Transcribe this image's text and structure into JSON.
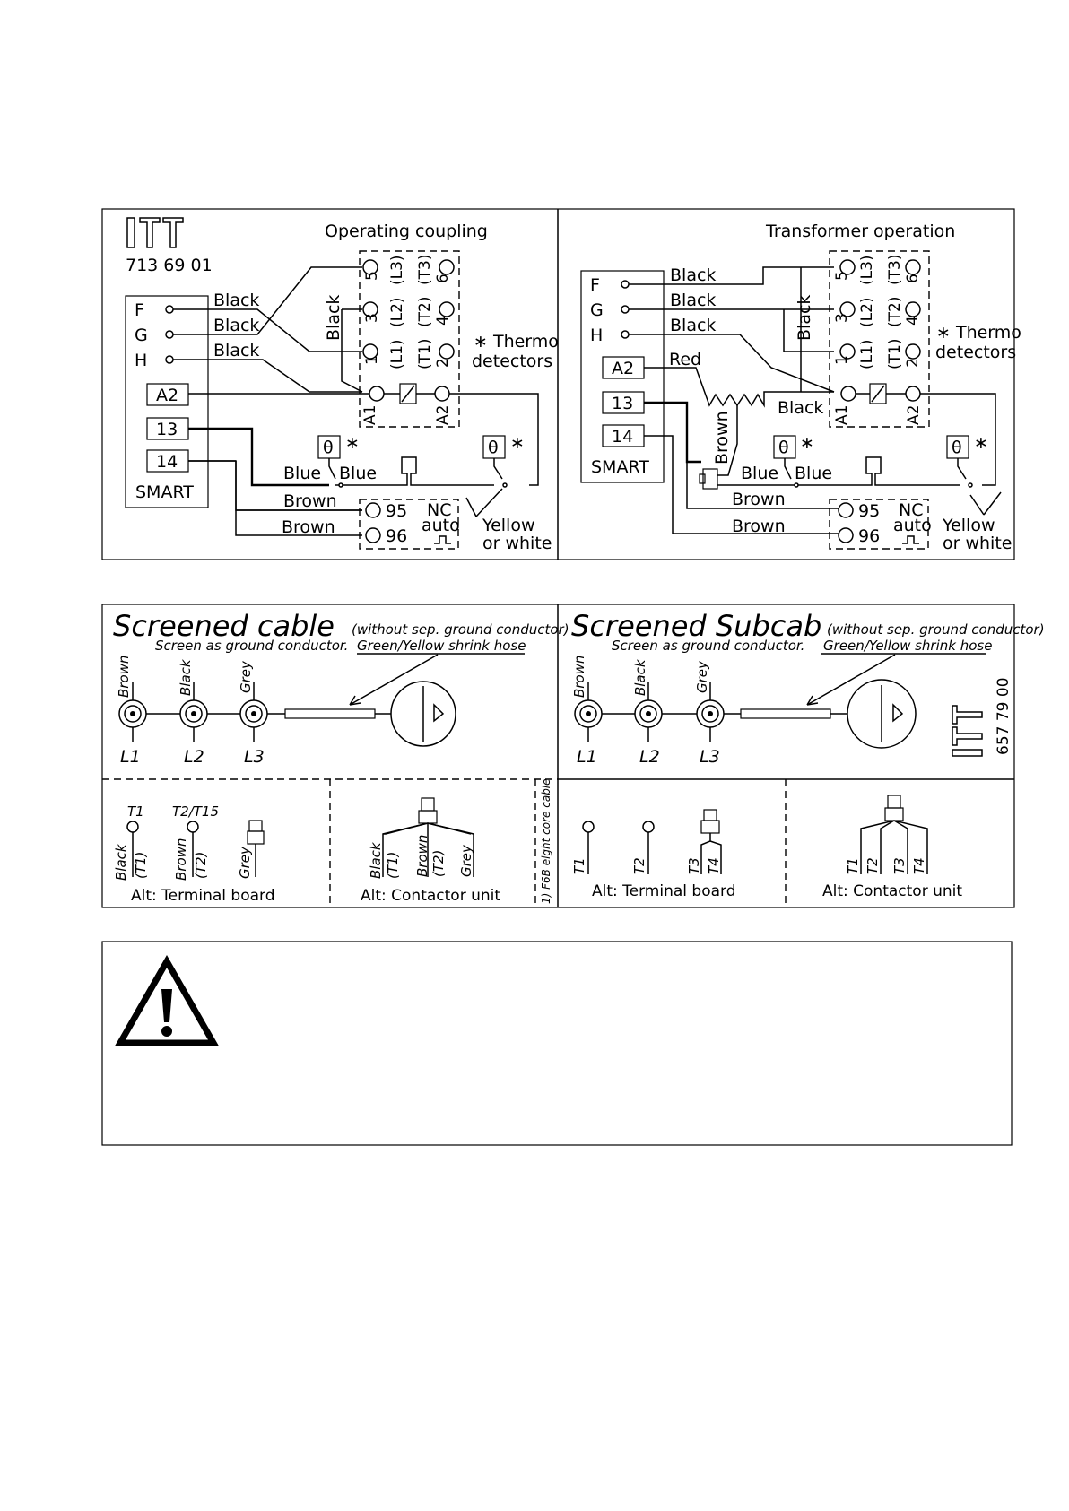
{
  "panel1": {
    "left": {
      "logo": "ITT",
      "part_no": "713 69 01",
      "title": "Operating coupling",
      "terminals": [
        "F",
        "G",
        "H"
      ],
      "wire_labels": [
        "Black",
        "Black",
        "Black"
      ],
      "vertical_black": "Black",
      "smart_terminals": [
        "A2",
        "13",
        "14"
      ],
      "smart_label": "SMART",
      "contacts_top": [
        "5",
        "(L3)",
        "(T3)",
        "6"
      ],
      "contacts_mid": [
        "3",
        "(L2)",
        "(T2)",
        "4"
      ],
      "contacts_low": [
        "1",
        "(L1)",
        "(T1)",
        "2"
      ],
      "coil": [
        "A1",
        "A2"
      ],
      "thermo": [
        "∗ Thermo",
        "detectors"
      ],
      "blue": [
        "Blue",
        "Blue"
      ],
      "brown": [
        "Brown",
        "Brown"
      ],
      "nc": [
        "95",
        "96",
        "NC",
        "auto"
      ],
      "yellow": [
        "Yellow",
        "or white"
      ],
      "theta": "θ",
      "star": "∗"
    },
    "right": {
      "title": "Transformer operation",
      "terminals": [
        "F",
        "G",
        "H"
      ],
      "wire_labels": [
        "Black",
        "Black",
        "Black"
      ],
      "vertical_black": "Black",
      "red": "Red",
      "black_coil": "Black",
      "vertical_brown": "Brown",
      "smart_terminals": [
        "A2",
        "13",
        "14"
      ],
      "smart_label": "SMART",
      "contacts_top": [
        "5",
        "(L3)",
        "(T3)",
        "6"
      ],
      "contacts_mid": [
        "3",
        "(L2)",
        "(T2)",
        "4"
      ],
      "contacts_low": [
        "1",
        "(L1)",
        "(T1)",
        "2"
      ],
      "coil": [
        "A1",
        "A2"
      ],
      "thermo": [
        "∗ Thermo",
        "detectors"
      ],
      "blue": [
        "Blue",
        "Blue"
      ],
      "brown": [
        "Brown",
        "Brown"
      ],
      "nc": [
        "95",
        "96",
        "NC",
        "auto"
      ],
      "yellow": [
        "Yellow",
        "or white"
      ],
      "theta": "θ",
      "star": "∗"
    }
  },
  "panel2": {
    "left": {
      "title": "Screened cable",
      "note": "(without sep. ground conductor)",
      "screen": "Screen as ground conductor.",
      "hose": "Green/Yellow shrink hose",
      "colors": [
        "Brown",
        "Black",
        "Grey"
      ],
      "phases": [
        "L1",
        "L2",
        "L3"
      ],
      "tb_top": [
        "T1",
        "T2/T15"
      ],
      "tb_wires": [
        "Black",
        "(T1)",
        "Brown",
        "(T2)",
        "Grey"
      ],
      "tb_label": "Alt: Terminal board",
      "cu_wires": [
        "Black",
        "(T1)",
        "Brown",
        "(T2)",
        "Grey"
      ],
      "cu_label": "Alt: Contactor unit",
      "side_note": "1) F6B eight core cable"
    },
    "right": {
      "title": "Screened Subcab",
      "note": "(without sep. ground conductor)",
      "screen": "Screen as ground conductor.",
      "hose": "Green/Yellow shrink hose",
      "colors": [
        "Brown",
        "Black",
        "Grey"
      ],
      "phases": [
        "L1",
        "L2",
        "L3"
      ],
      "logo": "ITT",
      "part_no": "657 79 00",
      "tb_wires": [
        "T1",
        "T2",
        "T3",
        "T4"
      ],
      "tb_label": "Alt: Terminal board",
      "cu_wires": [
        "T1",
        "T2",
        "T3",
        "T4"
      ],
      "cu_label": "Alt: Contactor unit"
    }
  },
  "warning": {
    "icon": "warning-triangle-icon"
  }
}
